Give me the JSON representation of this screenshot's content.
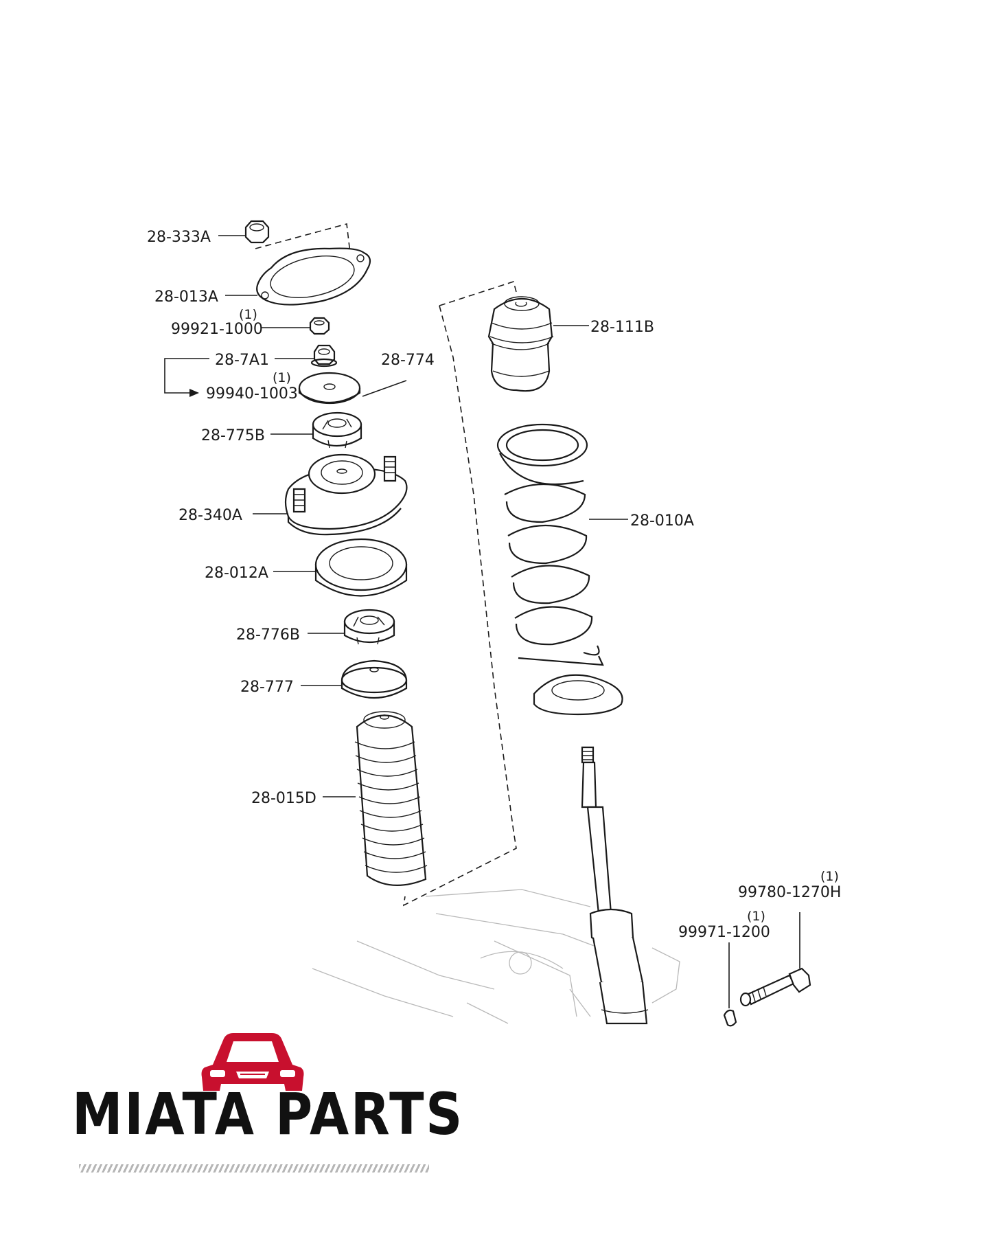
{
  "diagram": {
    "parts": [
      {
        "id": "p1",
        "label": "28-333A"
      },
      {
        "id": "p2",
        "label": "28-013A"
      },
      {
        "id": "p3",
        "label": "99921-1000",
        "qty": "(1)"
      },
      {
        "id": "p4",
        "label": "28-7A1"
      },
      {
        "id": "p5",
        "label": "99940-1003",
        "qty": "(1)"
      },
      {
        "id": "p6",
        "label": "28-774"
      },
      {
        "id": "p7",
        "label": "28-775B"
      },
      {
        "id": "p8",
        "label": "28-340A"
      },
      {
        "id": "p9",
        "label": "28-012A"
      },
      {
        "id": "p10",
        "label": "28-776B"
      },
      {
        "id": "p11",
        "label": "28-777"
      },
      {
        "id": "p12",
        "label": "28-015D"
      },
      {
        "id": "p13",
        "label": "28-111B"
      },
      {
        "id": "p14",
        "label": "28-010A"
      },
      {
        "id": "p15",
        "label": "99780-1270H",
        "qty": "(1)"
      },
      {
        "id": "p16",
        "label": "99971-1200",
        "qty": "(1)"
      }
    ]
  },
  "brand": {
    "name": "MIATA PARTS",
    "logo_icon": "car-front-icon",
    "logo_color": "#c8102e",
    "text_color": "#111111"
  }
}
